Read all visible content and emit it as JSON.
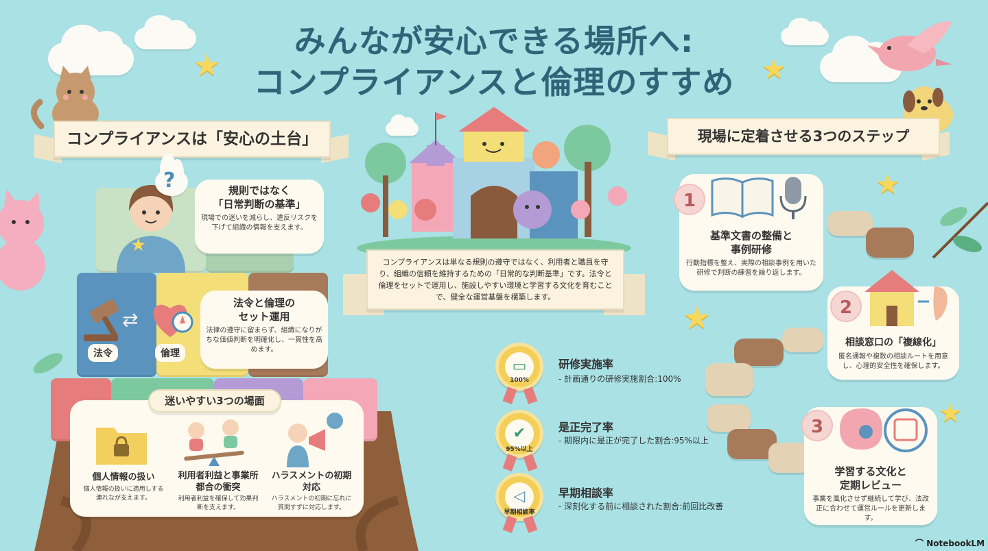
{
  "title": {
    "line1": "みんなが安心できる場所へ:",
    "line2": "コンプライアンスと倫理のすすめ"
  },
  "left": {
    "ribbon": "コンプライアンスは「安心の土台」",
    "bubble_q": "?",
    "card1": {
      "heading1": "規則ではなく",
      "heading2": "「日常判断の基準」",
      "body": "現場での迷いを減らし、違反リスクを下げて組織の情報を支えます。"
    },
    "card2": {
      "heading1": "法令と倫理の",
      "heading2": "セット運用",
      "body": "法律の遵守に留まらず、組織になりがちな価値判断を明確化し、一貫性を高めます。"
    },
    "label_law": "法令",
    "label_ethics": "倫理",
    "scenes": {
      "title": "迷いやすい3つの場面",
      "items": [
        {
          "title": "個人情報の扱い",
          "desc": "個人情報の扱いに適用しする連れなが支えます。"
        },
        {
          "title": "利用者利益と事業所都合の衝突",
          "desc": "利用者利益を確保して効果判断を支えます。"
        },
        {
          "title": "ハラスメントの初期対応",
          "desc": "ハラスメントの初期に忘れに質問すずに対応します。"
        }
      ]
    }
  },
  "center": {
    "banner": "コンプライアンスは単なる規則の遵守ではなく、利用者と職員を守り、組織の信頼を維持するための「日常的な判断基準」です。法令と倫理をセットで運用し、施設しやすい環境と学習する文化を育むことで、健全な運営基盤を構築します。"
  },
  "metrics": [
    {
      "title": "研修実施率",
      "desc": "- 計画通りの研修実施割合:100%",
      "badge": "100%",
      "icon": "certificate-icon"
    },
    {
      "title": "是正完了率",
      "desc": "- 期限内に是正が完了した割合:95%以上",
      "badge": "95%以上",
      "icon": "check-icon"
    },
    {
      "title": "早期相談率",
      "desc": "- 深刻化する前に相談された割合:前回比改善",
      "badge": "早期相談率",
      "icon": "megaphone-icon"
    }
  ],
  "right": {
    "ribbon": "現場に定着させる3つのステップ",
    "steps": [
      {
        "num": "1",
        "heading1": "基準文書の整備と",
        "heading2": "事例研修",
        "body": "行動指標を整え、実際の相談事例を用いた研修で判断の練習を繰り返します。"
      },
      {
        "num": "2",
        "heading1": "相談窓口の「複線化」",
        "heading2": "",
        "body": "匿名通報や複数の相談ルートを用意し、心理的安全性を確保します。"
      },
      {
        "num": "3",
        "heading1": "学習する文化と",
        "heading2": "定期レビュー",
        "body": "事業を風化させず継続して学び、法改正に合わせて運営ルールを更新します。"
      }
    ]
  },
  "footer": {
    "brand": "NotebookLM"
  },
  "colors": {
    "background": "#a9e1e4",
    "title": "#2f6478",
    "ribbon": "#fbf3df",
    "card": "#fffaf0",
    "accent_red": "#e77c7c",
    "accent_yellow": "#f4cf57"
  }
}
